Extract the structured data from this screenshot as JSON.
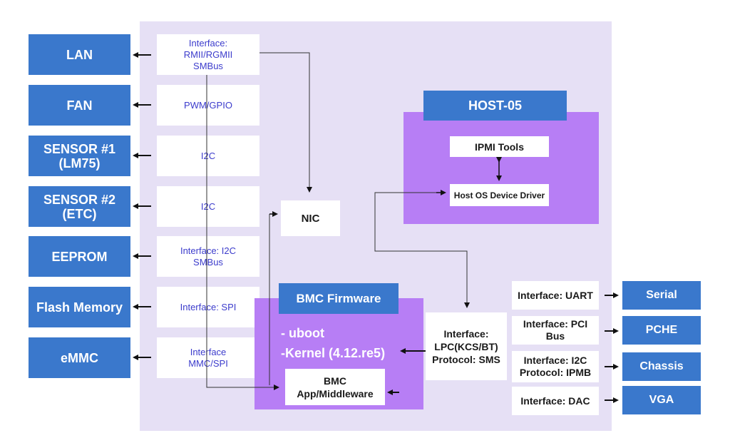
{
  "colors": {
    "background_panel": "#e6e0f5",
    "peripheral_blue": "#3a78cc",
    "host_purple": "#b77ef5",
    "interface_text": "#3c3ccc"
  },
  "left_peripherals": [
    {
      "label": "LAN"
    },
    {
      "label": "FAN"
    },
    {
      "label": "SENSOR #1\n(LM75)"
    },
    {
      "label": "SENSOR #2\n(ETC)"
    },
    {
      "label": "EEPROM"
    },
    {
      "label": "Flash Memory"
    },
    {
      "label": "eMMC"
    }
  ],
  "left_interfaces": [
    {
      "label": "Interface:\nRMII/RGMII\nSMBus"
    },
    {
      "label": "PWM/GPIO"
    },
    {
      "label": "I2C"
    },
    {
      "label": "I2C"
    },
    {
      "label": "Interface: I2C\nSMBus"
    },
    {
      "label": "Interface: SPI"
    },
    {
      "label": "Interface\nMMC/SPI"
    }
  ],
  "nic": {
    "label": "NIC"
  },
  "host": {
    "title": "HOST-05",
    "ipmi_tools": "IPMI Tools",
    "host_driver": "Host OS Device Driver"
  },
  "bmc": {
    "title": "BMC Firmware",
    "uboot": "- uboot",
    "kernel": "-Kernel (4.12.re5)",
    "app": "BMC\nApp/Middleware"
  },
  "lpc_interface": {
    "label": "Interface:\nLPC(KCS/BT)\nProtocol: SMS"
  },
  "right_interfaces": [
    {
      "label": "Interface: UART"
    },
    {
      "label": "Interface: PCI\nBus"
    },
    {
      "label": "Interface: I2C\nProtocol: IPMB"
    },
    {
      "label": "Interface: DAC"
    }
  ],
  "right_peripherals": [
    {
      "label": "Serial"
    },
    {
      "label": "PCHE"
    },
    {
      "label": "Chassis"
    },
    {
      "label": "VGA"
    }
  ]
}
